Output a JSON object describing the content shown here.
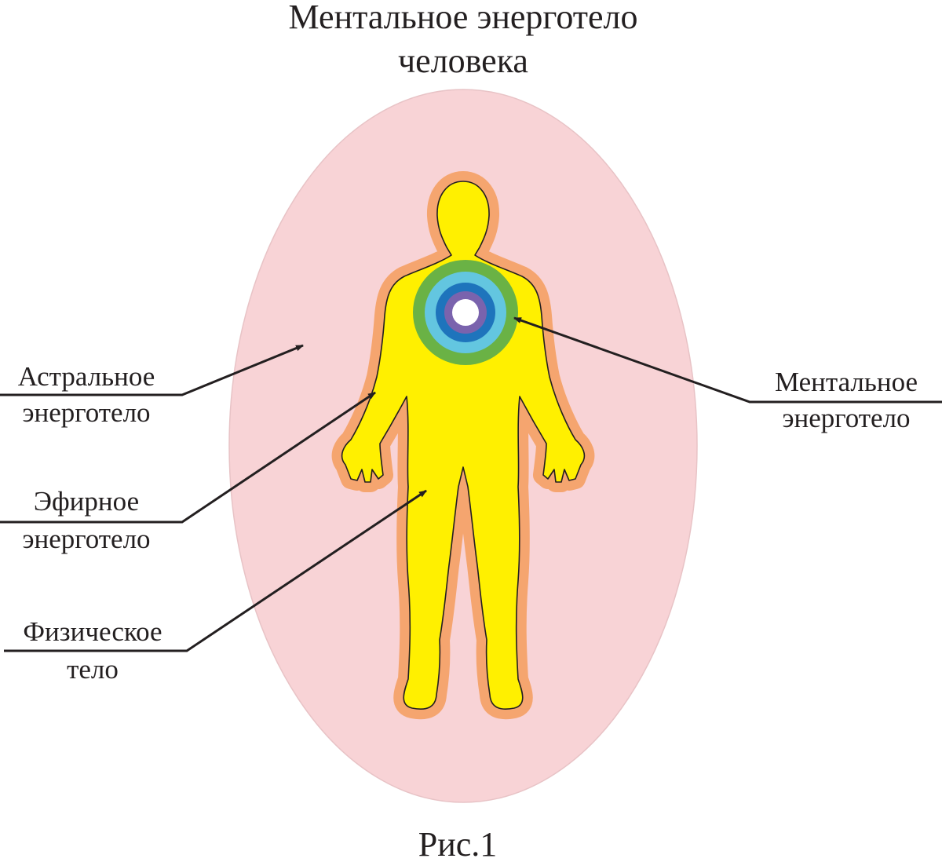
{
  "title": {
    "line1": "Ментальное энерготело",
    "line2": "человека"
  },
  "labels": {
    "astral": {
      "line1": "Астральное",
      "line2": "энерготело"
    },
    "etheric": {
      "line1": "Эфирное",
      "line2": "энерготело"
    },
    "physical": {
      "line1": "Физическое",
      "line2": "тело"
    },
    "mental": {
      "line1": "Ментальное",
      "line2": "энерготело"
    }
  },
  "caption": "Рис.1",
  "colors": {
    "astral_aura": "#f8d3d6",
    "etheric_aura": "#f5a56f",
    "physical_body": "#fff000",
    "mental_ring_green": "#6ab245",
    "mental_ring_lightblue": "#63c6e0",
    "mental_ring_blue": "#1e74bc",
    "mental_ring_violet": "#7a63ad",
    "mental_center": "#ffffff",
    "text": "#231f20"
  }
}
